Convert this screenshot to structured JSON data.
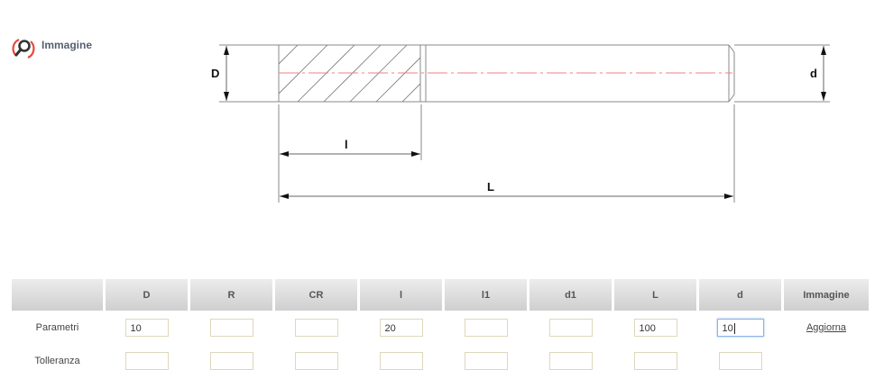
{
  "header": {
    "title": "Immagine",
    "icon": "magnifier-icon"
  },
  "drawing": {
    "labels": {
      "D": "D",
      "d": "d",
      "l": "l",
      "L": "L"
    },
    "colors": {
      "outline": "#888888",
      "centerline": "#f08080",
      "arrows": "#111111"
    }
  },
  "table": {
    "headers": [
      "",
      "D",
      "R",
      "CR",
      "l",
      "l1",
      "d1",
      "L",
      "d",
      "Immagine"
    ],
    "rows": [
      {
        "label": "Parametri",
        "values": {
          "D": "10",
          "R": "",
          "CR": "",
          "l": "20",
          "l1": "",
          "d1": "",
          "L": "100",
          "d": "10"
        },
        "action": "Aggiorna"
      },
      {
        "label": "Tolleranza",
        "values": {
          "D": "",
          "R": "",
          "CR": "",
          "l": "",
          "l1": "",
          "d1": "",
          "L": "",
          "d": ""
        }
      }
    ],
    "focused_field": "Parametri.d"
  }
}
